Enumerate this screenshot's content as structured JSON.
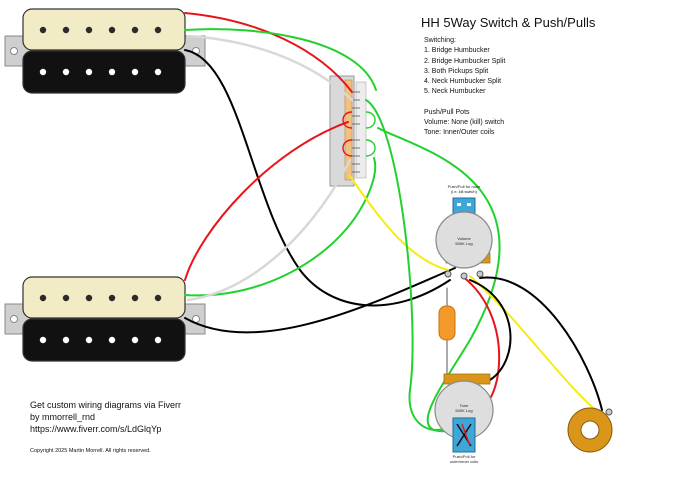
{
  "title": "HH 5Way Switch & Push/Pulls",
  "switching": {
    "heading": "Switching:",
    "items": [
      "1. Bridge Humbucker",
      "2. Bridge Humbucker Split",
      "3. Both Pickups Split",
      "4. Neck Humbucker Split",
      "5. Neck Humbucker"
    ]
  },
  "pots": {
    "heading": "Push/Pull Pots",
    "volume_note": "Volume: None (kill) switch",
    "tone_note": "Tone: Inner/Outer coils"
  },
  "volume_pot": {
    "push_label_1": "Push/Pull for none",
    "push_label_2": "(i.e. kill switch)",
    "label_1": "Volume",
    "label_2": "500K Log"
  },
  "tone_pot": {
    "label_1": "Tone",
    "label_2": "500K Log",
    "push_label_1": "Push/Pull for",
    "push_label_2": "outer/inner coils"
  },
  "promo": {
    "line1": "Get custom wiring diagrams via Fiverr",
    "line2": "by mmorrell_rnd",
    "line3": "https://www.fiverr.com/s/LdGlqYp"
  },
  "copyright": "Copyright 2025 Martin Morrell. All rights reserved.",
  "colors": {
    "wire_red": "#e8141b",
    "wire_green": "#22d12e",
    "wire_black": "#000000",
    "wire_yellow": "#f5ec16",
    "wire_white": "#d8d8d8",
    "pickup_cream": "#f1ebc6",
    "pickup_black": "#111111",
    "pot_blue_switch": "#3fa6d8",
    "capacitor": "#f39a2b",
    "jack_gold": "#d9961a"
  }
}
